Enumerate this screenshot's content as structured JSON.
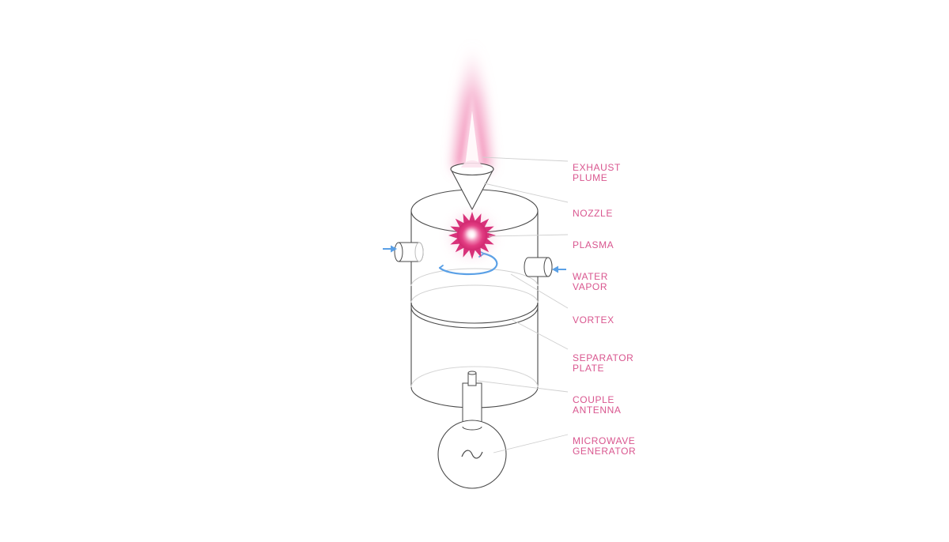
{
  "colors": {
    "label": "#d9568f",
    "outline": "#4a4a4a",
    "plasma": "#e0307a",
    "plume": "#f080b0",
    "arrow": "#5aa0e6",
    "leader": "#cfcfcf"
  },
  "labels": {
    "exhaust_plume": [
      "EXHAUST",
      "PLUME"
    ],
    "nozzle": [
      "NOZZLE"
    ],
    "plasma": [
      "PLASMA"
    ],
    "water_vapor": [
      "WATER",
      "VAPOR"
    ],
    "vortex": [
      "VORTEX"
    ],
    "separator_plate": [
      "SEPARATOR",
      "PLATE"
    ],
    "couple_antenna": [
      "COUPLE",
      "ANTENNA"
    ],
    "microwave_generator": [
      "MICROWAVE",
      "GENERATOR"
    ]
  },
  "icons": {
    "generator_symbol": "sine-wave-icon",
    "inlet_arrows": "arrow-right-icon"
  }
}
